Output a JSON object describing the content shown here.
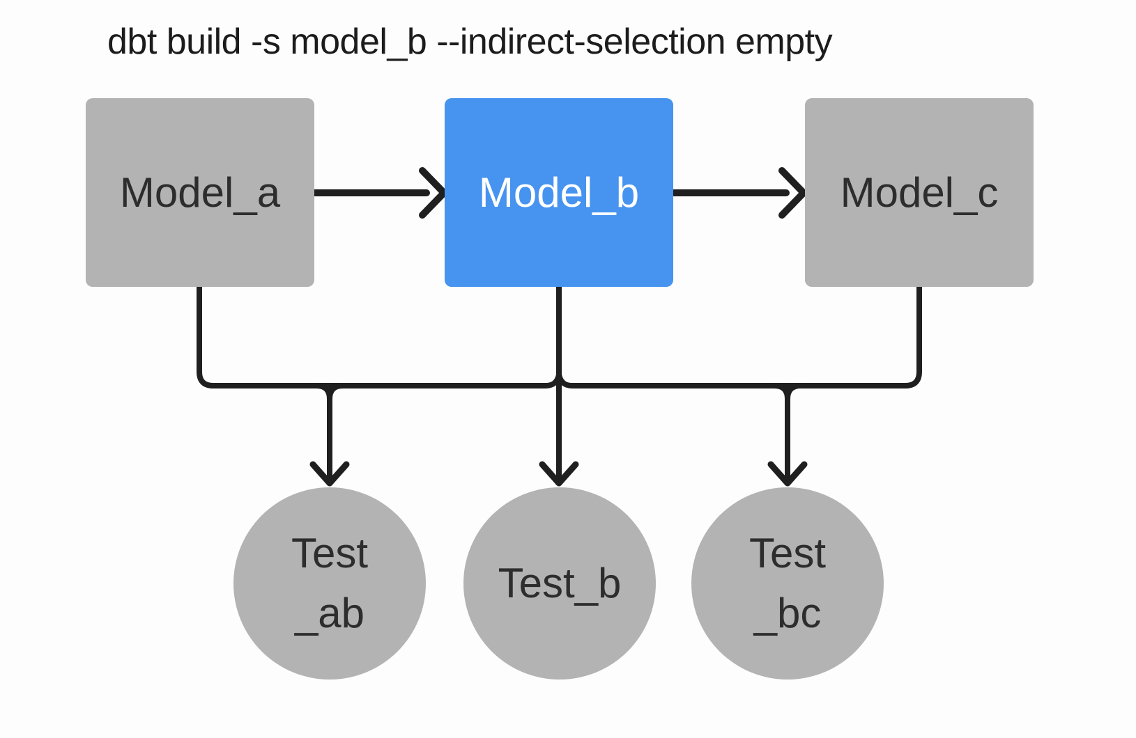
{
  "title": "dbt build -s model_b --indirect-selection empty",
  "colors": {
    "background": "#fdfdfd",
    "node_gray": "#b3b3b3",
    "selected_blue": "#4793f0",
    "edge_black": "#1f1f1f",
    "text_dark": "#2d2d2d",
    "text_on_blue": "#ffffff"
  },
  "models": [
    {
      "id": "model_a",
      "label": "Model_a",
      "selected": false
    },
    {
      "id": "model_b",
      "label": "Model_b",
      "selected": true
    },
    {
      "id": "model_c",
      "label": "Model_c",
      "selected": false
    }
  ],
  "tests": [
    {
      "id": "test_ab",
      "label_lines": [
        "Test",
        "_ab"
      ]
    },
    {
      "id": "test_b",
      "label_lines": [
        "Test_b"
      ]
    },
    {
      "id": "test_bc",
      "label_lines": [
        "Test",
        "_bc"
      ]
    }
  ],
  "edges": [
    {
      "from": "model_a",
      "to": "model_b"
    },
    {
      "from": "model_b",
      "to": "model_c"
    },
    {
      "from": "model_a",
      "to": "test_ab"
    },
    {
      "from": "model_b",
      "to": "test_ab"
    },
    {
      "from": "model_b",
      "to": "test_b"
    },
    {
      "from": "model_b",
      "to": "test_bc"
    },
    {
      "from": "model_c",
      "to": "test_bc"
    }
  ]
}
